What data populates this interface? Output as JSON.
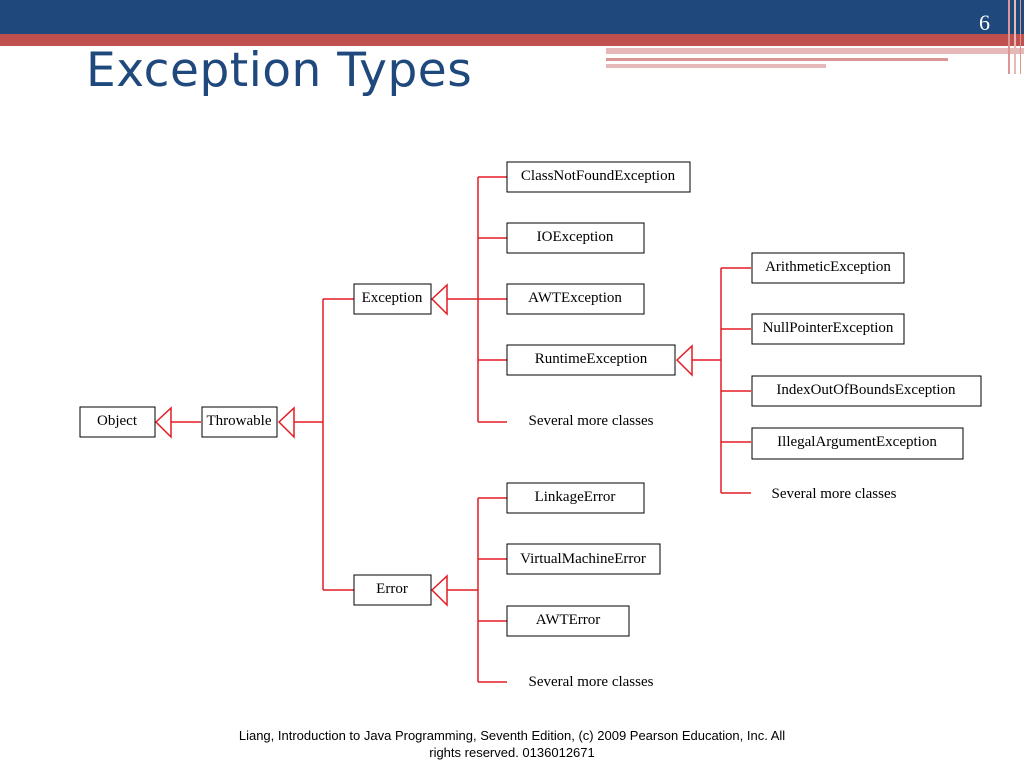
{
  "slide": {
    "number": "6",
    "title": "Exception Types"
  },
  "diagram": {
    "nodes": {
      "object": "Object",
      "throwable": "Throwable",
      "exception": "Exception",
      "error": "Error",
      "class_not_found": "ClassNotFoundException",
      "io_exception": "IOException",
      "awt_exception": "AWTException",
      "runtime_exception": "RuntimeException",
      "exception_more": "Several more classes",
      "arithmetic": "ArithmeticException",
      "null_pointer": "NullPointerException",
      "index_out_of_bounds": "IndexOutOfBoundsException",
      "illegal_argument": "IllegalArgumentException",
      "runtime_more": "Several more classes",
      "linkage_error": "LinkageError",
      "virtual_machine_error": "VirtualMachineError",
      "awt_error": "AWTError",
      "error_more": "Several more classes"
    },
    "colors": {
      "connector": "#e31b23",
      "box_border": "#000000"
    }
  },
  "footer": {
    "line1": "Liang, Introduction to Java Programming, Seventh Edition, (c) 2009 Pearson Education, Inc. All",
    "line2": "rights reserved. 0136012671"
  }
}
